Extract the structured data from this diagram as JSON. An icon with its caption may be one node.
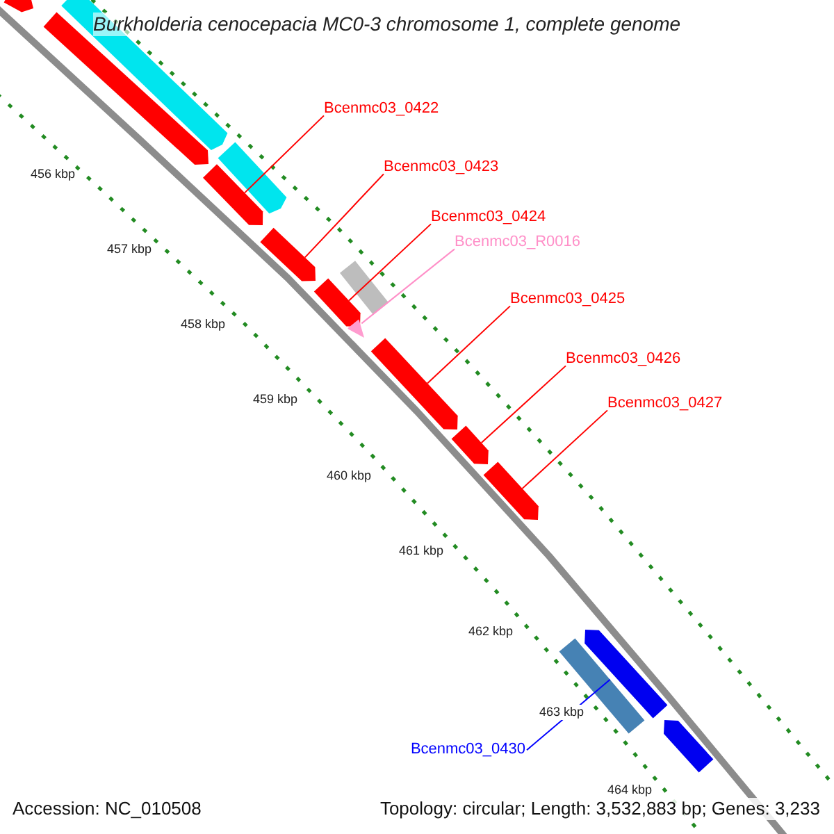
{
  "diagram": {
    "title": "Burkholderia cenocepacia MC0-3 chromosome 1, complete genome",
    "nodes": [
      {
        "text": [
          "Bcenmc03_0422"
        ]
      },
      {
        "text": [],
        "shape": "bar"
      },
      {
        "text": [
          "Bcenmc03_0423"
        ]
      },
      {
        "text": [],
        "shape": "bar"
      },
      {
        "text": [
          "Bcenmc03_0424"
        ]
      },
      {
        "text": [],
        "shape": "bar"
      },
      {
        "text": [
          "Bcenmc03_R0016"
        ]
      },
      {
        "text": [],
        "shape": "bar"
      },
      {
        "text": [
          "Bcenmc03_0425"
        ]
      },
      {
        "text": [],
        "shape": "bar"
      },
      {
        "text": [
          "Bcenmc03_0426"
        ]
      },
      {
        "text": [],
        "shape": "bar"
      },
      {
        "text": [
          "Bcenmc03_0427"
        ]
      },
      {
        "text": [],
        "shape": "bar"
      },
      {
        "text": [
          "Bcenmc03_0430"
        ]
      },
      {
        "text": [],
        "shape": "bar"
      }
    ],
    "edges": [
      {
        "from": 0,
        "to": 1,
        "arrow": "none"
      },
      {
        "from": 2,
        "to": 3,
        "arrow": "none"
      },
      {
        "from": 4,
        "to": 5,
        "arrow": "none"
      },
      {
        "from": 6,
        "to": 7,
        "arrow": "none",
        "color": "#ff8fc8"
      },
      {
        "from": 8,
        "to": 9,
        "arrow": "none"
      },
      {
        "from": 10,
        "to": 11,
        "arrow": "none"
      },
      {
        "from": 12,
        "to": 13,
        "arrow": "none"
      },
      {
        "from": 14,
        "to": 15,
        "arrow": "none",
        "color": "#0000ff"
      }
    ],
    "labels": [
      "456 kbp",
      "457 kbp",
      "458 kbp",
      "459 kbp",
      "460 kbp",
      "461 kbp",
      "462 kbp",
      "463 kbp",
      "464 kbp",
      "Accession: NC_010508",
      "Topology: circular; Length: 3,532,883 bp; Genes: 3,233"
    ]
  }
}
